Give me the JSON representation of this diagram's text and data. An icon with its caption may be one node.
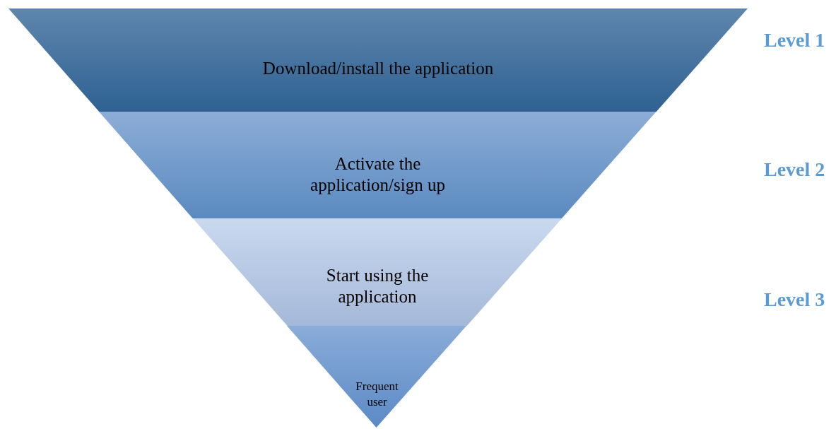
{
  "diagram": {
    "nodes": [
      {
        "text": [
          "Download/install the application"
        ]
      },
      {
        "text": [
          "Activate the application/sign up"
        ]
      },
      {
        "text": [
          "Start using the application"
        ]
      },
      {
        "text": [
          "Frequent user"
        ]
      }
    ],
    "labels": [
      "Level 1",
      "Level 2",
      "Level 3"
    ]
  }
}
